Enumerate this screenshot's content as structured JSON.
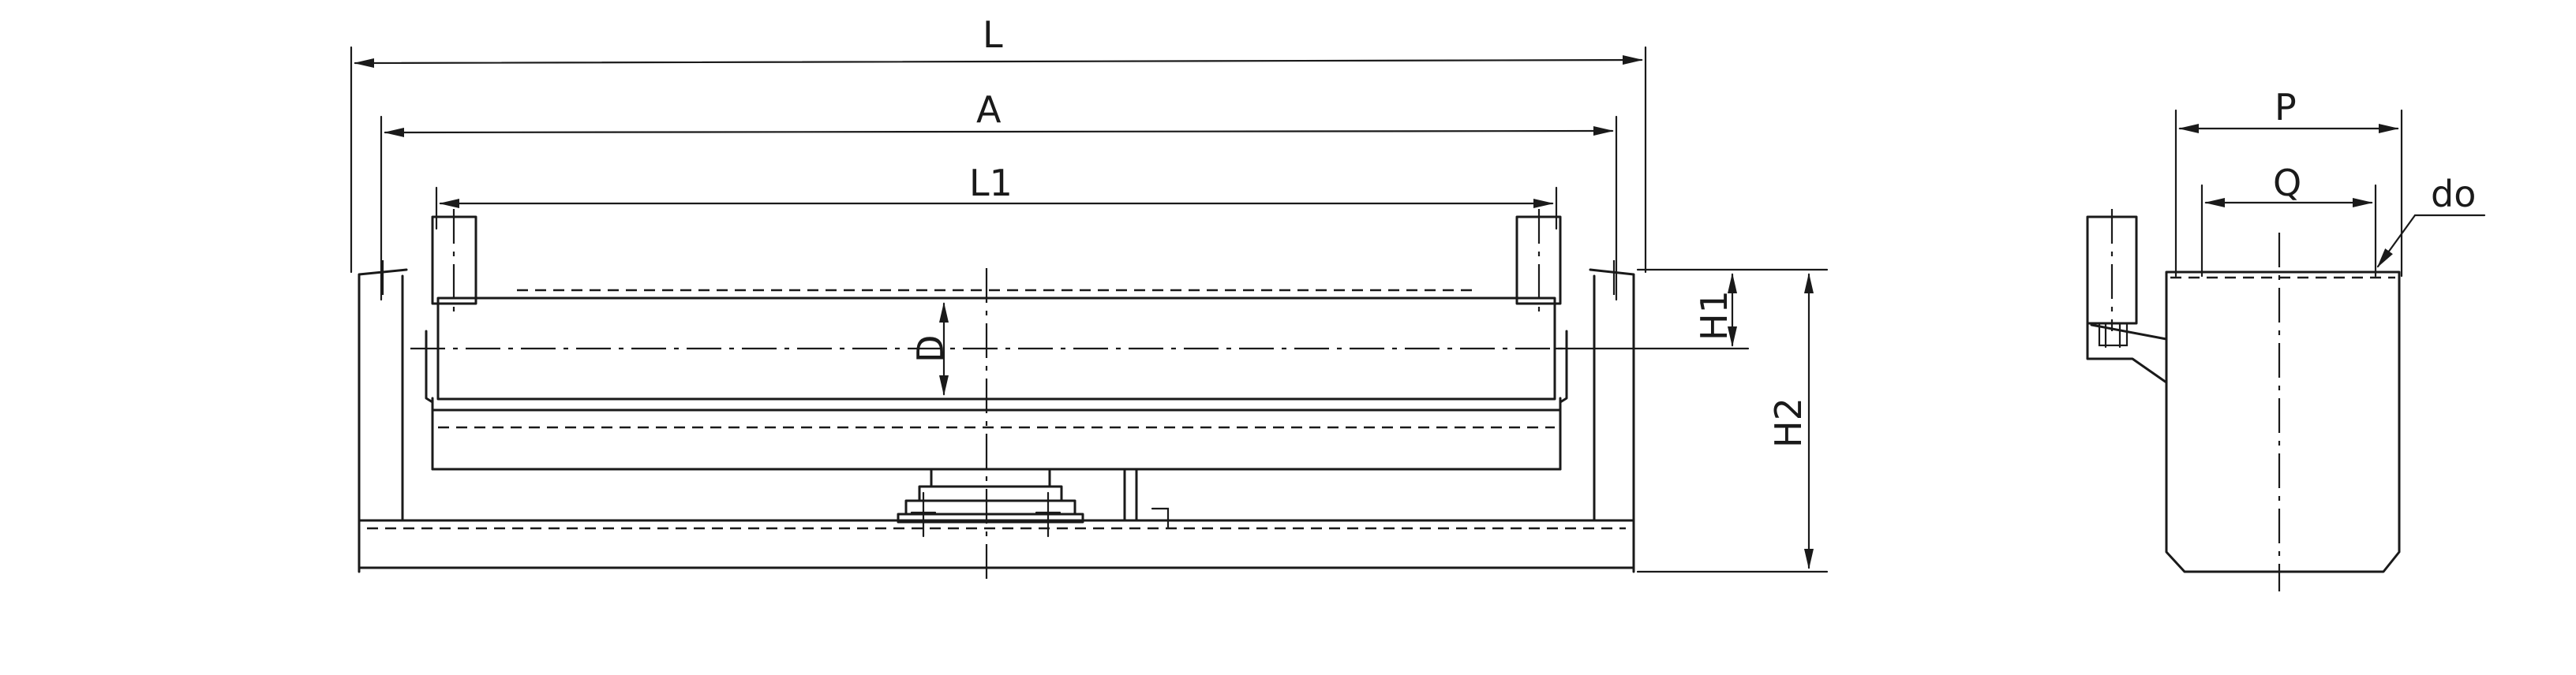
{
  "dimensions": {
    "L": "L",
    "A": "A",
    "L1": "L1",
    "D": "D",
    "H1": "H1",
    "H2": "H2",
    "P": "P",
    "Q": "Q",
    "do": "do"
  }
}
